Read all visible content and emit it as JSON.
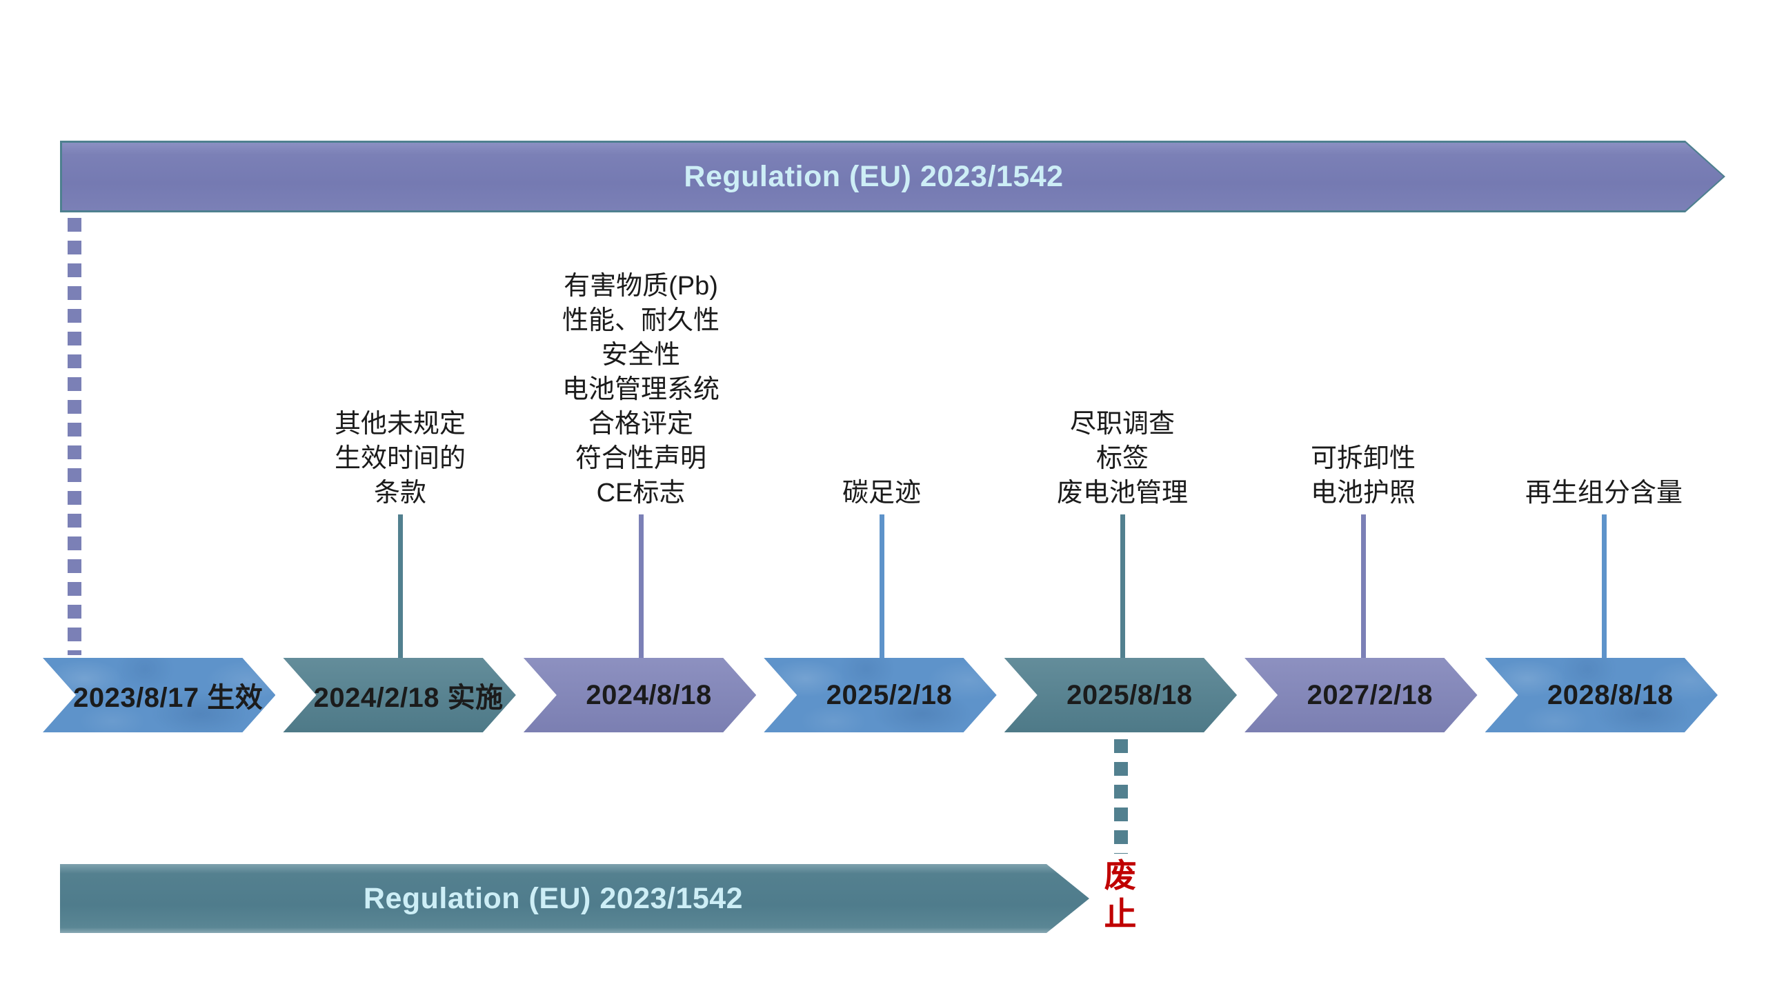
{
  "top_banner": {
    "label": "Regulation (EU) 2023/1542"
  },
  "bottom_banner": {
    "label": "Regulation (EU) 2023/1542"
  },
  "repeal": {
    "label": "废止"
  },
  "colors": {
    "banner_purple": "#7b80b6",
    "banner_border_teal": "#4e808f",
    "banner_text": "#cdeef6",
    "chevron_blue": "#5e93ca",
    "chevron_teal": "#52808f",
    "chevron_purple": "#8084b9",
    "date_text": "#1b1b1b",
    "repeal_red": "#c00000"
  },
  "timeline": {
    "items": [
      {
        "date": "2023/8/17 生效",
        "color": "blue",
        "annotation": ""
      },
      {
        "date": "2024/2/18 实施",
        "color": "teal",
        "annotation": "其他未规定\n生效时间的\n条款"
      },
      {
        "date": "2024/8/18",
        "color": "purple",
        "annotation": "有害物质(Pb)\n性能、耐久性\n安全性\n电池管理系统\n合格评定\n符合性声明\nCE标志"
      },
      {
        "date": "2025/2/18",
        "color": "blue",
        "annotation": "碳足迹"
      },
      {
        "date": "2025/8/18",
        "color": "teal",
        "annotation": "尽职调查\n标签\n废电池管理"
      },
      {
        "date": "2027/2/18",
        "color": "purple",
        "annotation": "可拆卸性\n电池护照"
      },
      {
        "date": "2028/8/18",
        "color": "blue",
        "annotation": "再生组分含量"
      }
    ]
  }
}
